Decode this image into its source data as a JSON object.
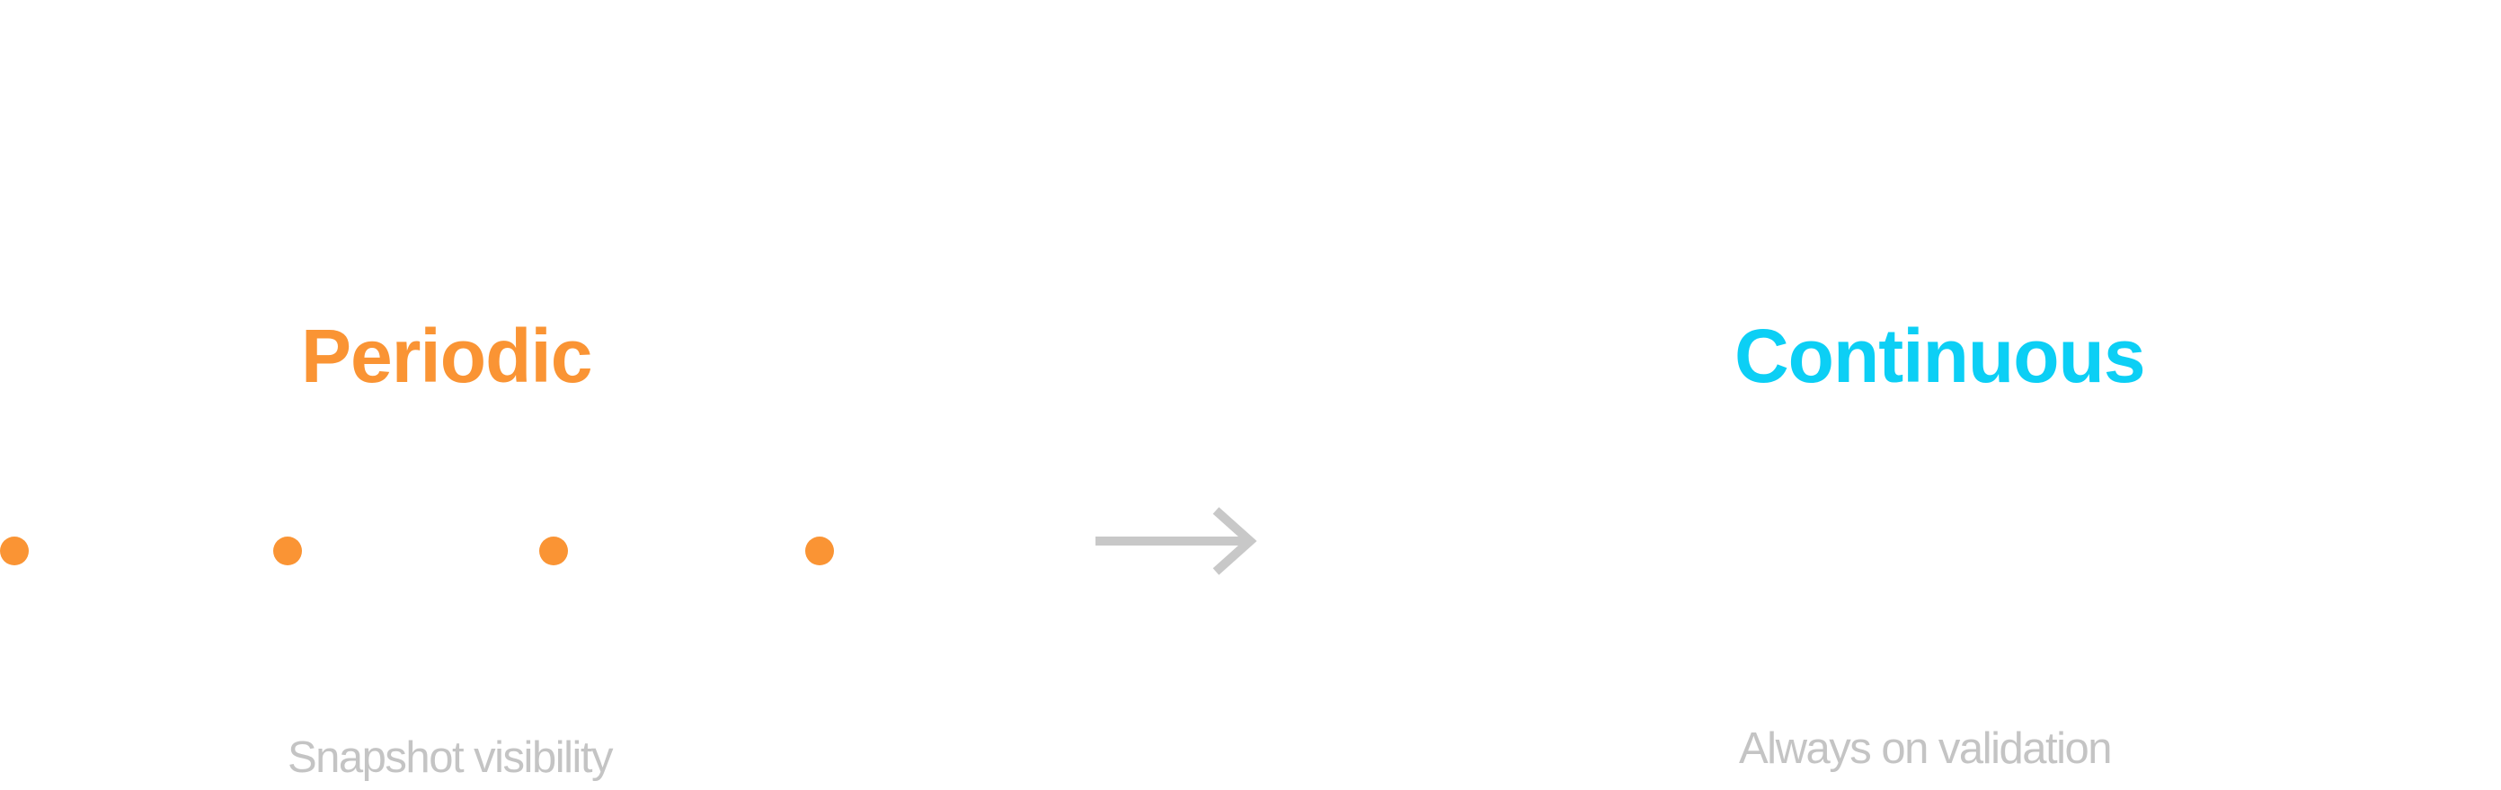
{
  "periodic": {
    "title": "Periodic",
    "subtitle": "Snapshot visibility",
    "color": "#FA9434",
    "dot_count": 4
  },
  "continuous": {
    "title": "Continuous",
    "subtitle": "Always on validation",
    "color": "#0CCFF5",
    "gradient_start": "#0CCFF5",
    "gradient_end": "#0597F7"
  },
  "arrow": {
    "icon": "arrow-right-icon",
    "color": "#C8C8C8"
  },
  "subtitle_color": "#C4C4C4"
}
